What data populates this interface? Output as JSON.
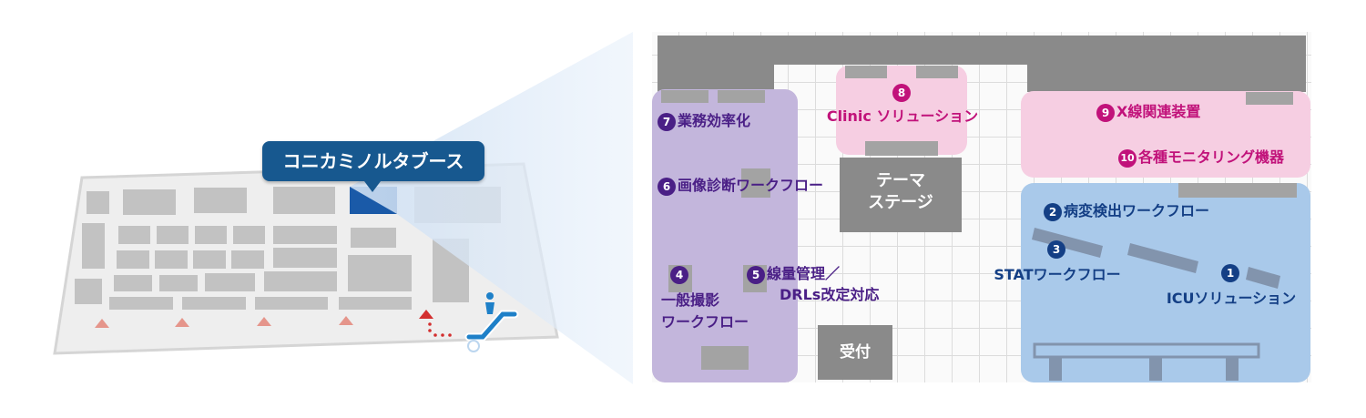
{
  "callout": {
    "booth_name": "コニカミノルタブース"
  },
  "floor": {
    "theme_stage_line1": "テーマ",
    "theme_stage_line2": "ステージ",
    "reception": "受付"
  },
  "zones": {
    "purple_color": "#c3b6dc",
    "pink_color": "#f6cee2",
    "blue_color": "#a9c9ea"
  },
  "stations": [
    {
      "num": "7",
      "label": "業務効率化",
      "group": "purple"
    },
    {
      "num": "6",
      "label": "画像診断ワークフロー",
      "group": "purple"
    },
    {
      "num": "4",
      "label": "",
      "group": "purple",
      "label_line1": "一般撮影",
      "label_line2": "ワークフロー"
    },
    {
      "num": "5",
      "label": "",
      "group": "purple",
      "label_line1": "線量管理／",
      "label_line2": "DRLs改定対応"
    },
    {
      "num": "8",
      "label": "Clinic ソリューション",
      "group": "magenta"
    },
    {
      "num": "9",
      "label": "X線関連装置",
      "group": "magenta"
    },
    {
      "num": "10",
      "label": "各種モニタリング機器",
      "group": "magenta"
    },
    {
      "num": "2",
      "label": "病変検出ワークフロー",
      "group": "blue"
    },
    {
      "num": "3",
      "label": "STATワークフロー",
      "group": "blue"
    },
    {
      "num": "1",
      "label": "ICUソリューション",
      "group": "blue"
    }
  ],
  "icons": {
    "escalator": "escalator-icon",
    "entrance_arrow": "up-arrow-icon"
  }
}
